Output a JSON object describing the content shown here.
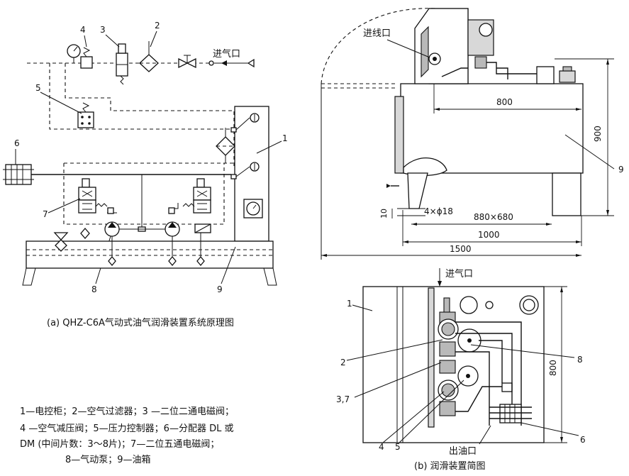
{
  "figure_a": {
    "caption": "(a) QHZ-C6A气动式油气润滑装置系统原理图",
    "air_inlet_label": "进气口",
    "numbers": [
      "1",
      "2",
      "3",
      "4",
      "5",
      "6",
      "7",
      "8",
      "9"
    ]
  },
  "figure_b": {
    "caption": "(b) 润滑装置简图",
    "side_view": {
      "cable_inlet_label": "进线口",
      "dims": {
        "w800": "800",
        "h900": "900",
        "bolt": "4×ϕ18",
        "foot": "880×680",
        "w1000": "1000",
        "w1500": "1500",
        "h10": "10"
      },
      "callout_9": "9"
    },
    "top_view": {
      "air_inlet_label": "进气口",
      "oil_outlet_label": "出油口",
      "dim_800": "800",
      "callouts": [
        "1",
        "2",
        "3,7",
        "4",
        "5",
        "6",
        "8"
      ]
    }
  },
  "legend": {
    "line1": "1—电控柜；2—空气过滤器；3 —二位二通电磁阀；",
    "line2": "4 —空气减压阀；5—压力控制器；6—分配器 DL 或",
    "line3": "DM (中间片数：3～8片)；7—二位五通电磁阀；",
    "line4": "8—气动泵；9—油箱"
  }
}
